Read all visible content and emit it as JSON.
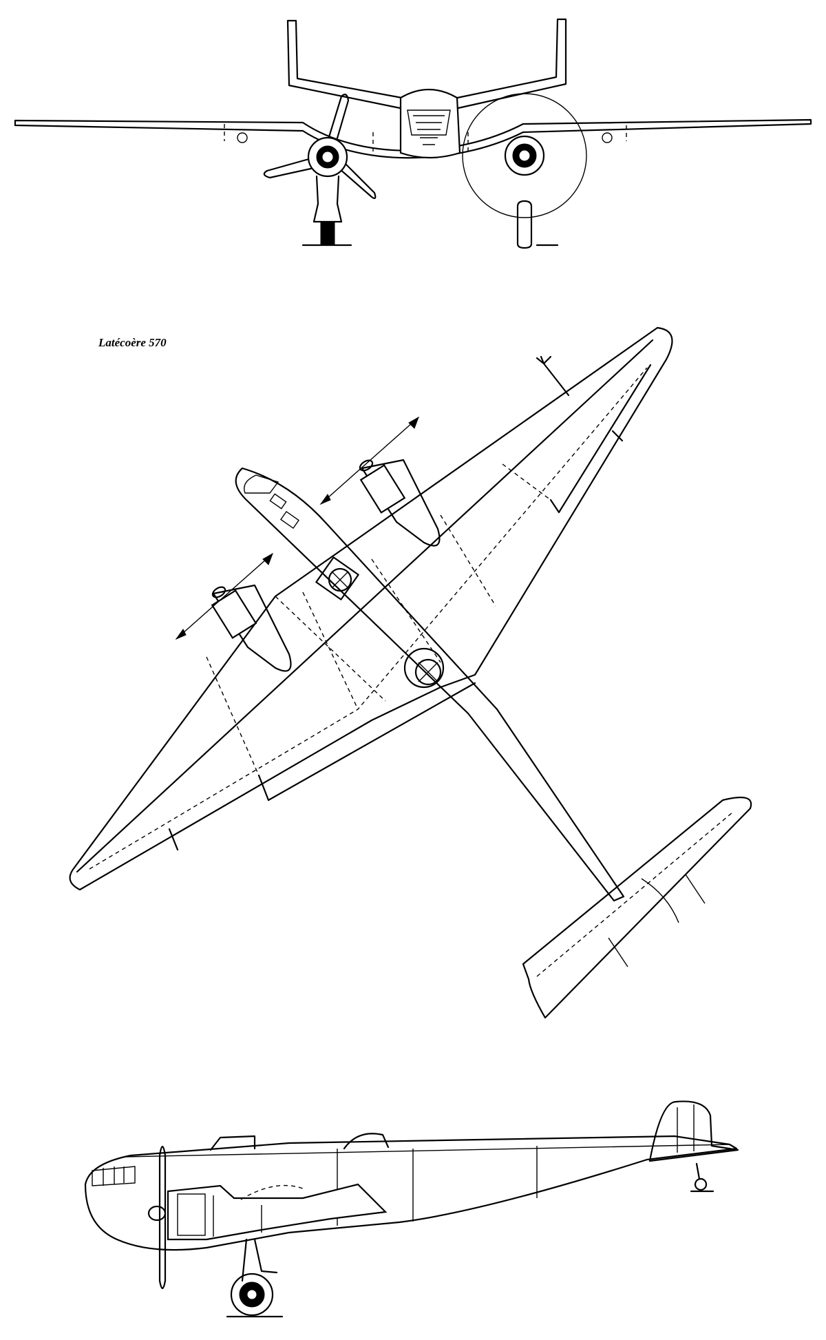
{
  "caption": "Latécoère 570",
  "views": [
    {
      "name": "front",
      "subject": "aircraft-front-view"
    },
    {
      "name": "top",
      "subject": "aircraft-plan-view"
    },
    {
      "name": "side",
      "subject": "aircraft-side-view"
    }
  ],
  "colors": {
    "ink": "#000000",
    "paper": "#ffffff"
  }
}
